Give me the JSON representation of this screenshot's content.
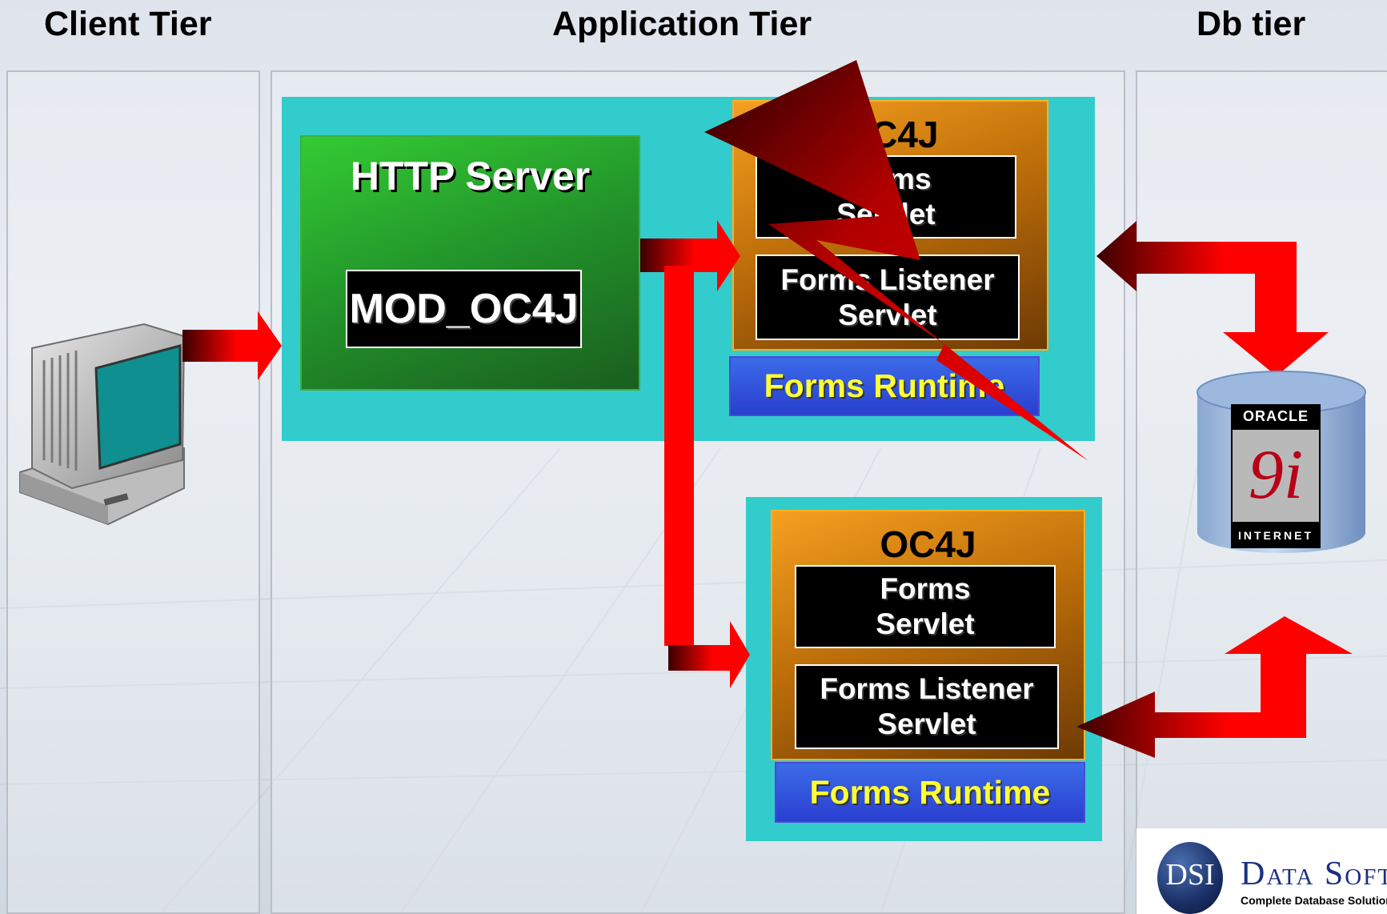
{
  "tiers": {
    "client": "Client Tier",
    "application": "Application Tier",
    "db": "Db tier"
  },
  "http_server": {
    "title": "HTTP Server",
    "module": "MOD_OC4J"
  },
  "oc4j_top": {
    "title": "OC4J",
    "forms_servlet": [
      "Forms",
      "Servlet"
    ],
    "listener_servlet": [
      "Forms Listener",
      "Servlet"
    ],
    "runtime": "Forms Runtime",
    "status": "failed (lightning bolt)"
  },
  "oc4j_bottom": {
    "title": "OC4J",
    "forms_servlet": [
      "Forms",
      "Servlet"
    ],
    "listener_servlet": [
      "Forms Listener",
      "Servlet"
    ],
    "runtime": "Forms Runtime"
  },
  "database": {
    "brand": "ORACLE",
    "version": "9i",
    "label": "INTERNET"
  },
  "logo": {
    "initials": "DSI",
    "name": "Data Softech",
    "tagline": "Complete Database Solution"
  },
  "colors": {
    "teal": "#33cccc",
    "green": "#2aa52a",
    "orange": "#e08a14",
    "runtime_blue": "#2f4fd8",
    "runtime_text": "#ffff33",
    "arrow_red": "#ff0000"
  }
}
